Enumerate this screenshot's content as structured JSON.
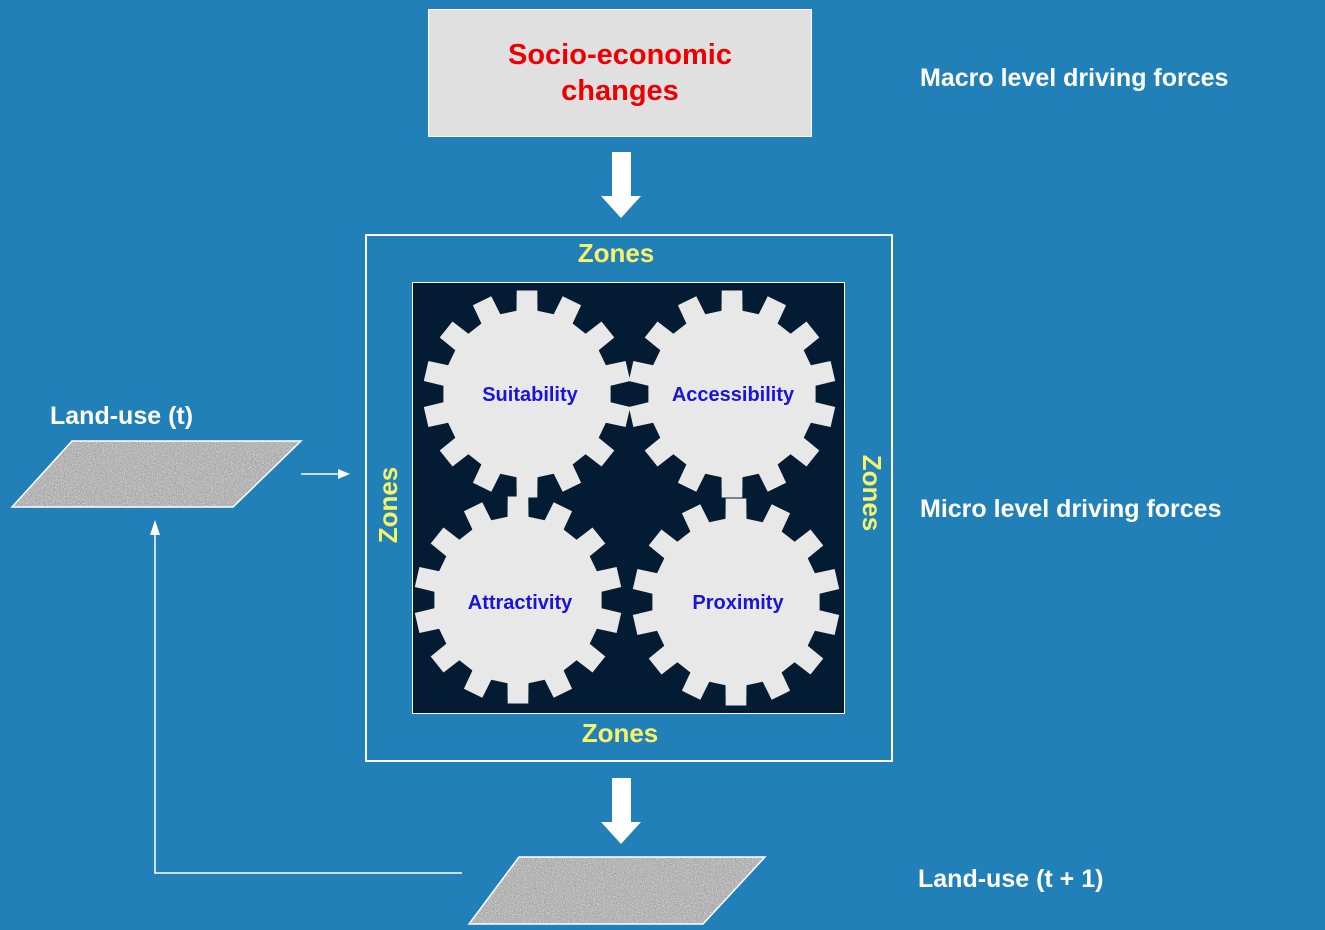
{
  "top_box": {
    "label": "Socio-economic\nchanges"
  },
  "levels": {
    "macro": "Macro level driving forces",
    "micro": "Micro level driving forces"
  },
  "zones": {
    "top": "Zones",
    "bottom": "Zones",
    "left": "Zones",
    "right": "Zones"
  },
  "gears": [
    {
      "label": "Suitability"
    },
    {
      "label": "Accessibility"
    },
    {
      "label": "Attractivity"
    },
    {
      "label": "Proximity"
    }
  ],
  "land_use": {
    "current": "Land-use (t)",
    "next": "Land-use (t + 1)"
  },
  "colors": {
    "background": "#2180b8",
    "panel": "#031c33",
    "gear": "#e8e8e8",
    "zone_text": "#f7f36a",
    "gear_text": "#1a14d8",
    "title_text": "#ee0000"
  }
}
